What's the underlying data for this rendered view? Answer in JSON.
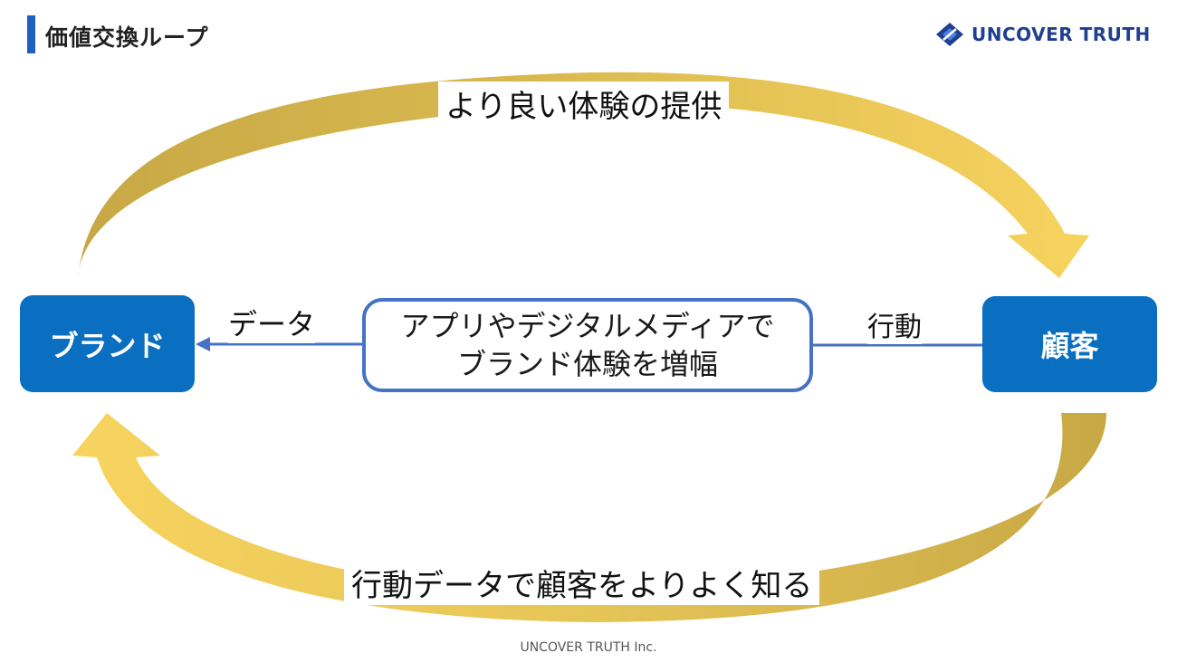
{
  "slide": {
    "title": "価値交換ループ",
    "footer": "UNCOVER TRUTH Inc."
  },
  "logo": {
    "text": "UNCOVER TRUTH",
    "icon": "diamond-logo-icon"
  },
  "nodes": {
    "brand": "ブランド",
    "customer": "顧客",
    "center_line1": "アプリやデジタルメディアで",
    "center_line2": "ブランド体験を増幅"
  },
  "flows": {
    "top": "より良い体験の提供",
    "bottom": "行動データで顧客をよりよく知る",
    "left": "データ",
    "right": "行動"
  },
  "colors": {
    "accent": "#1f5fbf",
    "node_fill": "#0b6fc1",
    "center_border": "#4472c4",
    "arrow_gold_light": "#f7d35e",
    "arrow_gold_dark": "#c8a845"
  }
}
